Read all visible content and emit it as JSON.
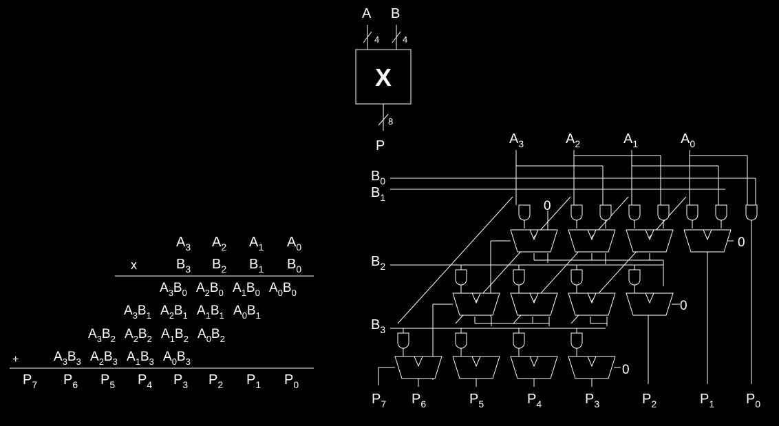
{
  "block": {
    "input_a": "A",
    "input_b": "B",
    "width_a": "4",
    "width_b": "4",
    "op": "X",
    "width_p": "8",
    "output": "P"
  },
  "hand": {
    "row_a": [
      [
        "A",
        "3"
      ],
      [
        "A",
        "2"
      ],
      [
        "A",
        "1"
      ],
      [
        "A",
        "0"
      ]
    ],
    "times": "x",
    "row_b": [
      [
        "B",
        "3"
      ],
      [
        "B",
        "2"
      ],
      [
        "B",
        "1"
      ],
      [
        "B",
        "0"
      ]
    ],
    "pp0": [
      [
        "A",
        "3",
        "B",
        "0"
      ],
      [
        "A",
        "2",
        "B",
        "0"
      ],
      [
        "A",
        "1",
        "B",
        "0"
      ],
      [
        "A",
        "0",
        "B",
        "0"
      ]
    ],
    "pp1": [
      [
        "A",
        "3",
        "B",
        "1"
      ],
      [
        "A",
        "2",
        "B",
        "1"
      ],
      [
        "A",
        "1",
        "B",
        "1"
      ],
      [
        "A",
        "0",
        "B",
        "1"
      ]
    ],
    "pp2": [
      [
        "A",
        "3",
        "B",
        "2"
      ],
      [
        "A",
        "2",
        "B",
        "2"
      ],
      [
        "A",
        "1",
        "B",
        "2"
      ],
      [
        "A",
        "0",
        "B",
        "2"
      ]
    ],
    "pp3": [
      [
        "A",
        "3",
        "B",
        "3"
      ],
      [
        "A",
        "2",
        "B",
        "3"
      ],
      [
        "A",
        "1",
        "B",
        "3"
      ],
      [
        "A",
        "0",
        "B",
        "3"
      ]
    ],
    "plus": "+",
    "products": [
      [
        "P",
        "7"
      ],
      [
        "P",
        "6"
      ],
      [
        "P",
        "5"
      ],
      [
        "P",
        "4"
      ],
      [
        "P",
        "3"
      ],
      [
        "P",
        "2"
      ],
      [
        "P",
        "1"
      ],
      [
        "P",
        "0"
      ]
    ]
  },
  "circuit": {
    "a_inputs": [
      [
        "A",
        "3"
      ],
      [
        "A",
        "2"
      ],
      [
        "A",
        "1"
      ],
      [
        "A",
        "0"
      ]
    ],
    "b_inputs": [
      [
        "B",
        "0"
      ],
      [
        "B",
        "1"
      ],
      [
        "B",
        "2"
      ],
      [
        "B",
        "3"
      ]
    ],
    "zero": "0",
    "outputs": [
      [
        "P",
        "7"
      ],
      [
        "P",
        "6"
      ],
      [
        "P",
        "5"
      ],
      [
        "P",
        "4"
      ],
      [
        "P",
        "3"
      ],
      [
        "P",
        "2"
      ],
      [
        "P",
        "1"
      ],
      [
        "P",
        "0"
      ]
    ]
  }
}
